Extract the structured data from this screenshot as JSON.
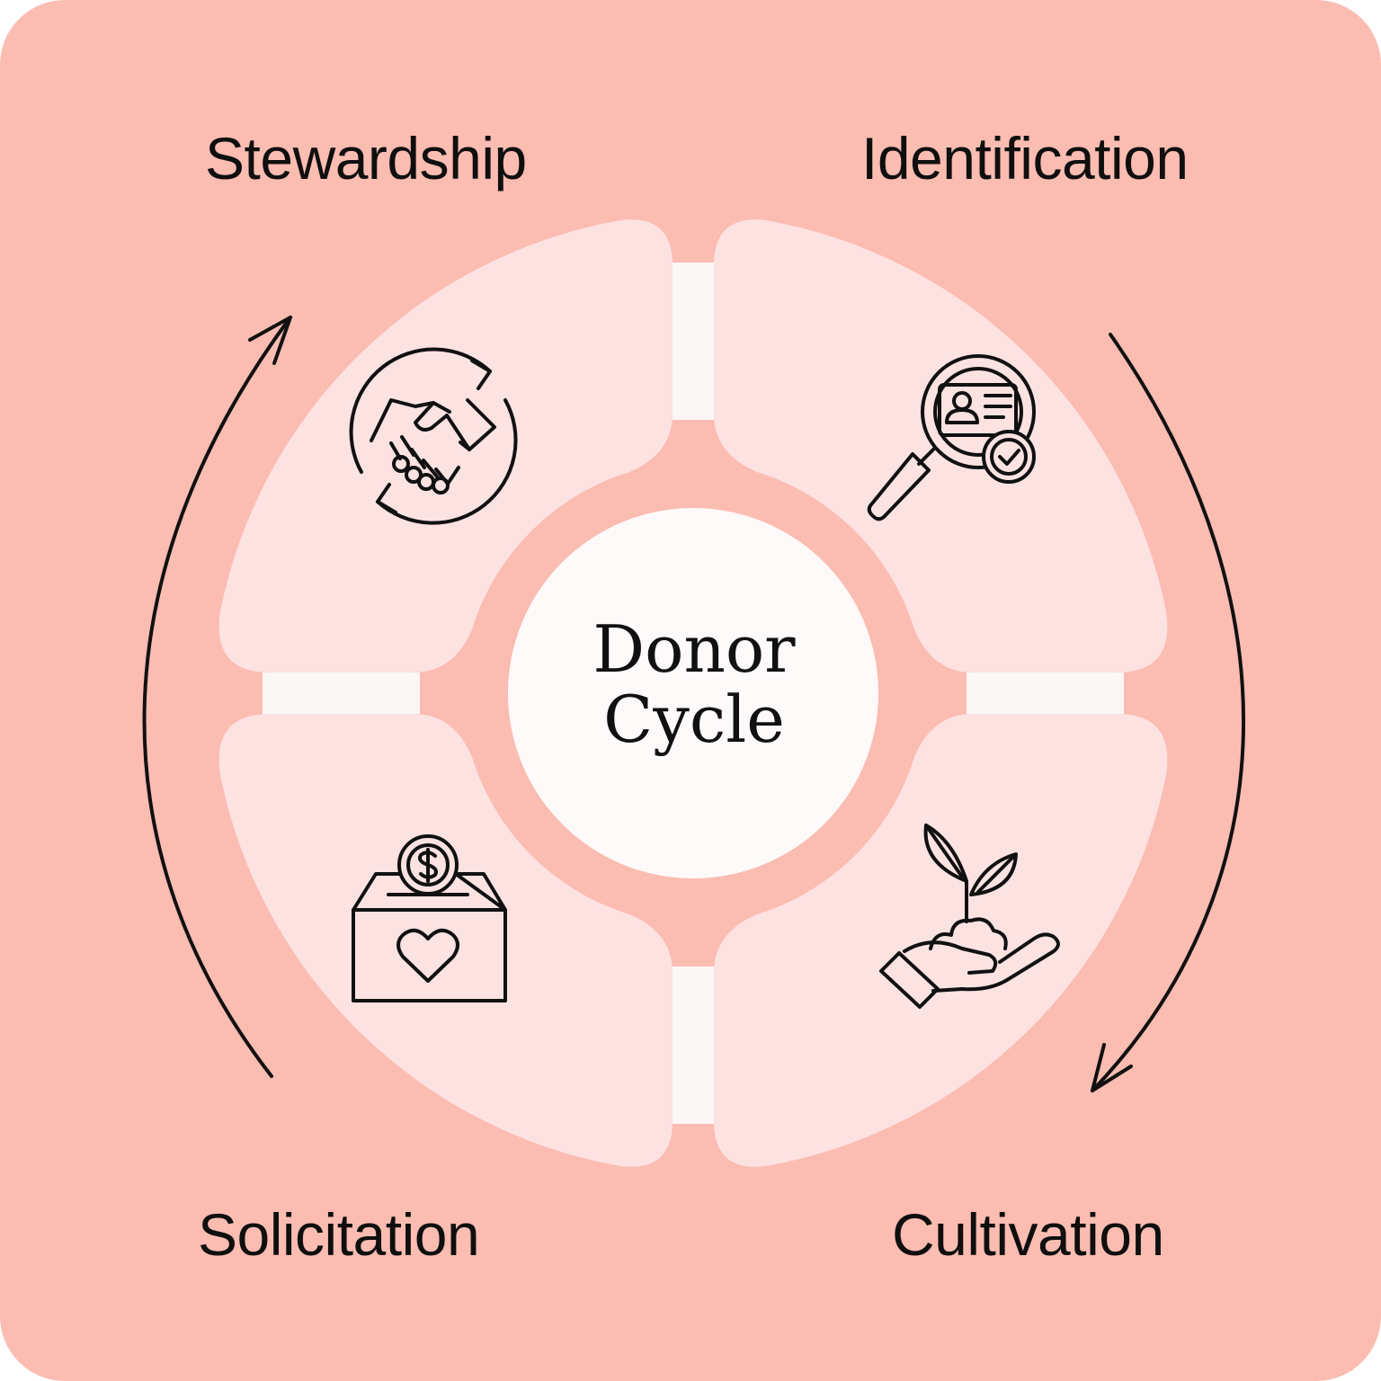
{
  "diagram": {
    "title_line1": "Donor",
    "title_line2": "Cycle",
    "stages": [
      {
        "id": "identification",
        "label": "Identification",
        "icon": "magnifier-profile-check-icon"
      },
      {
        "id": "cultivation",
        "label": "Cultivation",
        "icon": "hand-holding-sprout-icon"
      },
      {
        "id": "solicitation",
        "label": "Solicitation",
        "icon": "donation-box-heart-icon"
      },
      {
        "id": "stewardship",
        "label": "Stewardship",
        "icon": "handshake-cycle-icon"
      }
    ],
    "flow_direction": "clockwise"
  },
  "colors": {
    "background": "#fbbcb2",
    "segment": "#fde2e2",
    "gap": "#fbf7f7",
    "center": "#fefafa",
    "ink": "#111111"
  }
}
